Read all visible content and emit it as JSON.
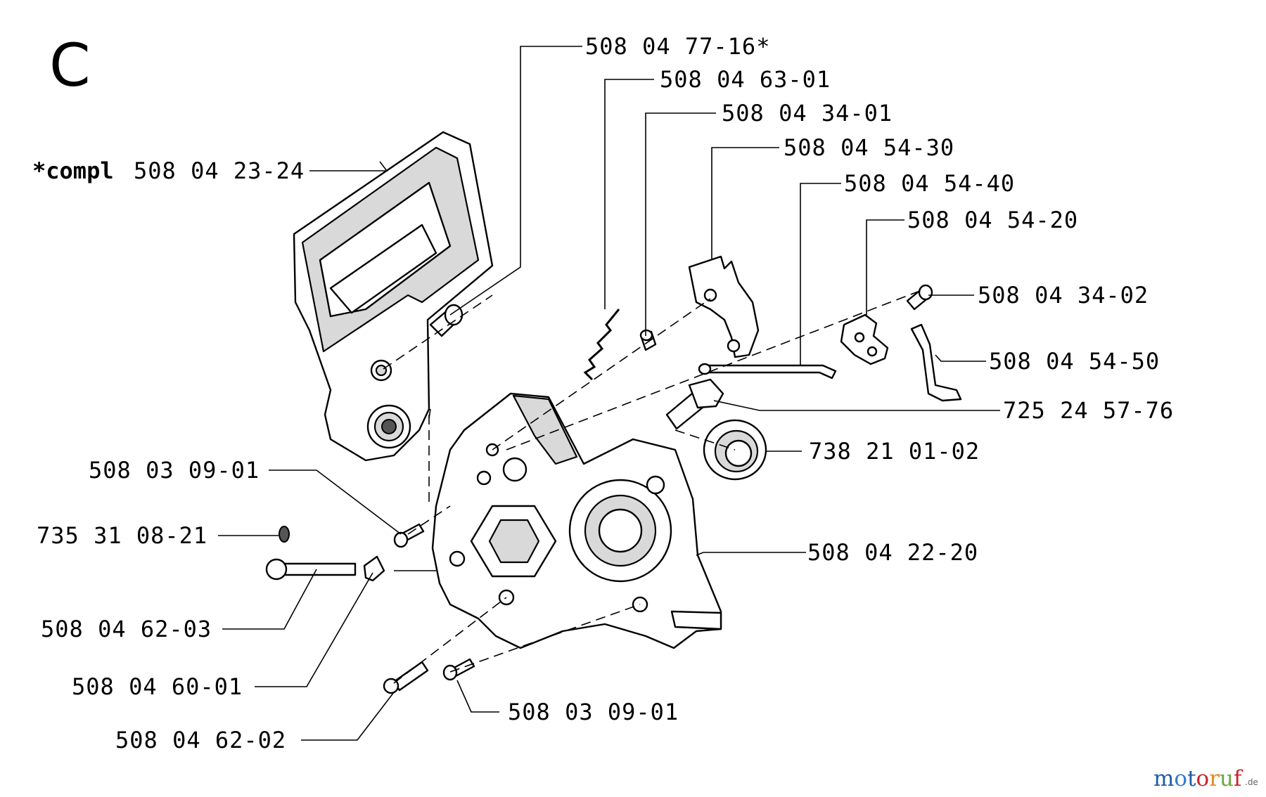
{
  "section": "C",
  "callouts": {
    "cover_compl_prefix": "*compl",
    "cover_compl": "508 04 23-24",
    "p_77_16": "508 04 77-16*",
    "p_63_01": "508 04 63-01",
    "p_34_01": "508 04 34-01",
    "p_54_30": "508 04 54-30",
    "p_54_40": "508 04 54-40",
    "p_54_20": "508 04 54-20",
    "p_34_02": "508 04 34-02",
    "p_54_50": "508 04 54-50",
    "p_725": "725 24 57-76",
    "p_738": "738 21 01-02",
    "p_22_20": "508 04 22-20",
    "p_09_01_a": "508 03 09-01",
    "p_735": "735 31 08-21",
    "p_62_03": "508 04 62-03",
    "p_60_01": "508 04 60-01",
    "p_62_02": "508 04 62-02",
    "p_09_01_b": "508 03 09-01"
  },
  "watermark": {
    "m": "m",
    "o1": "o",
    "t": "t",
    "o2": "o",
    "r": "r",
    "u": "u",
    "f": "f",
    "tld": ".de",
    "colors": [
      "#1e5aa8",
      "#2a7fc9",
      "#1e5aa8",
      "#c8232c",
      "#e58a1f",
      "#6aa83a",
      "#c8232c"
    ]
  }
}
